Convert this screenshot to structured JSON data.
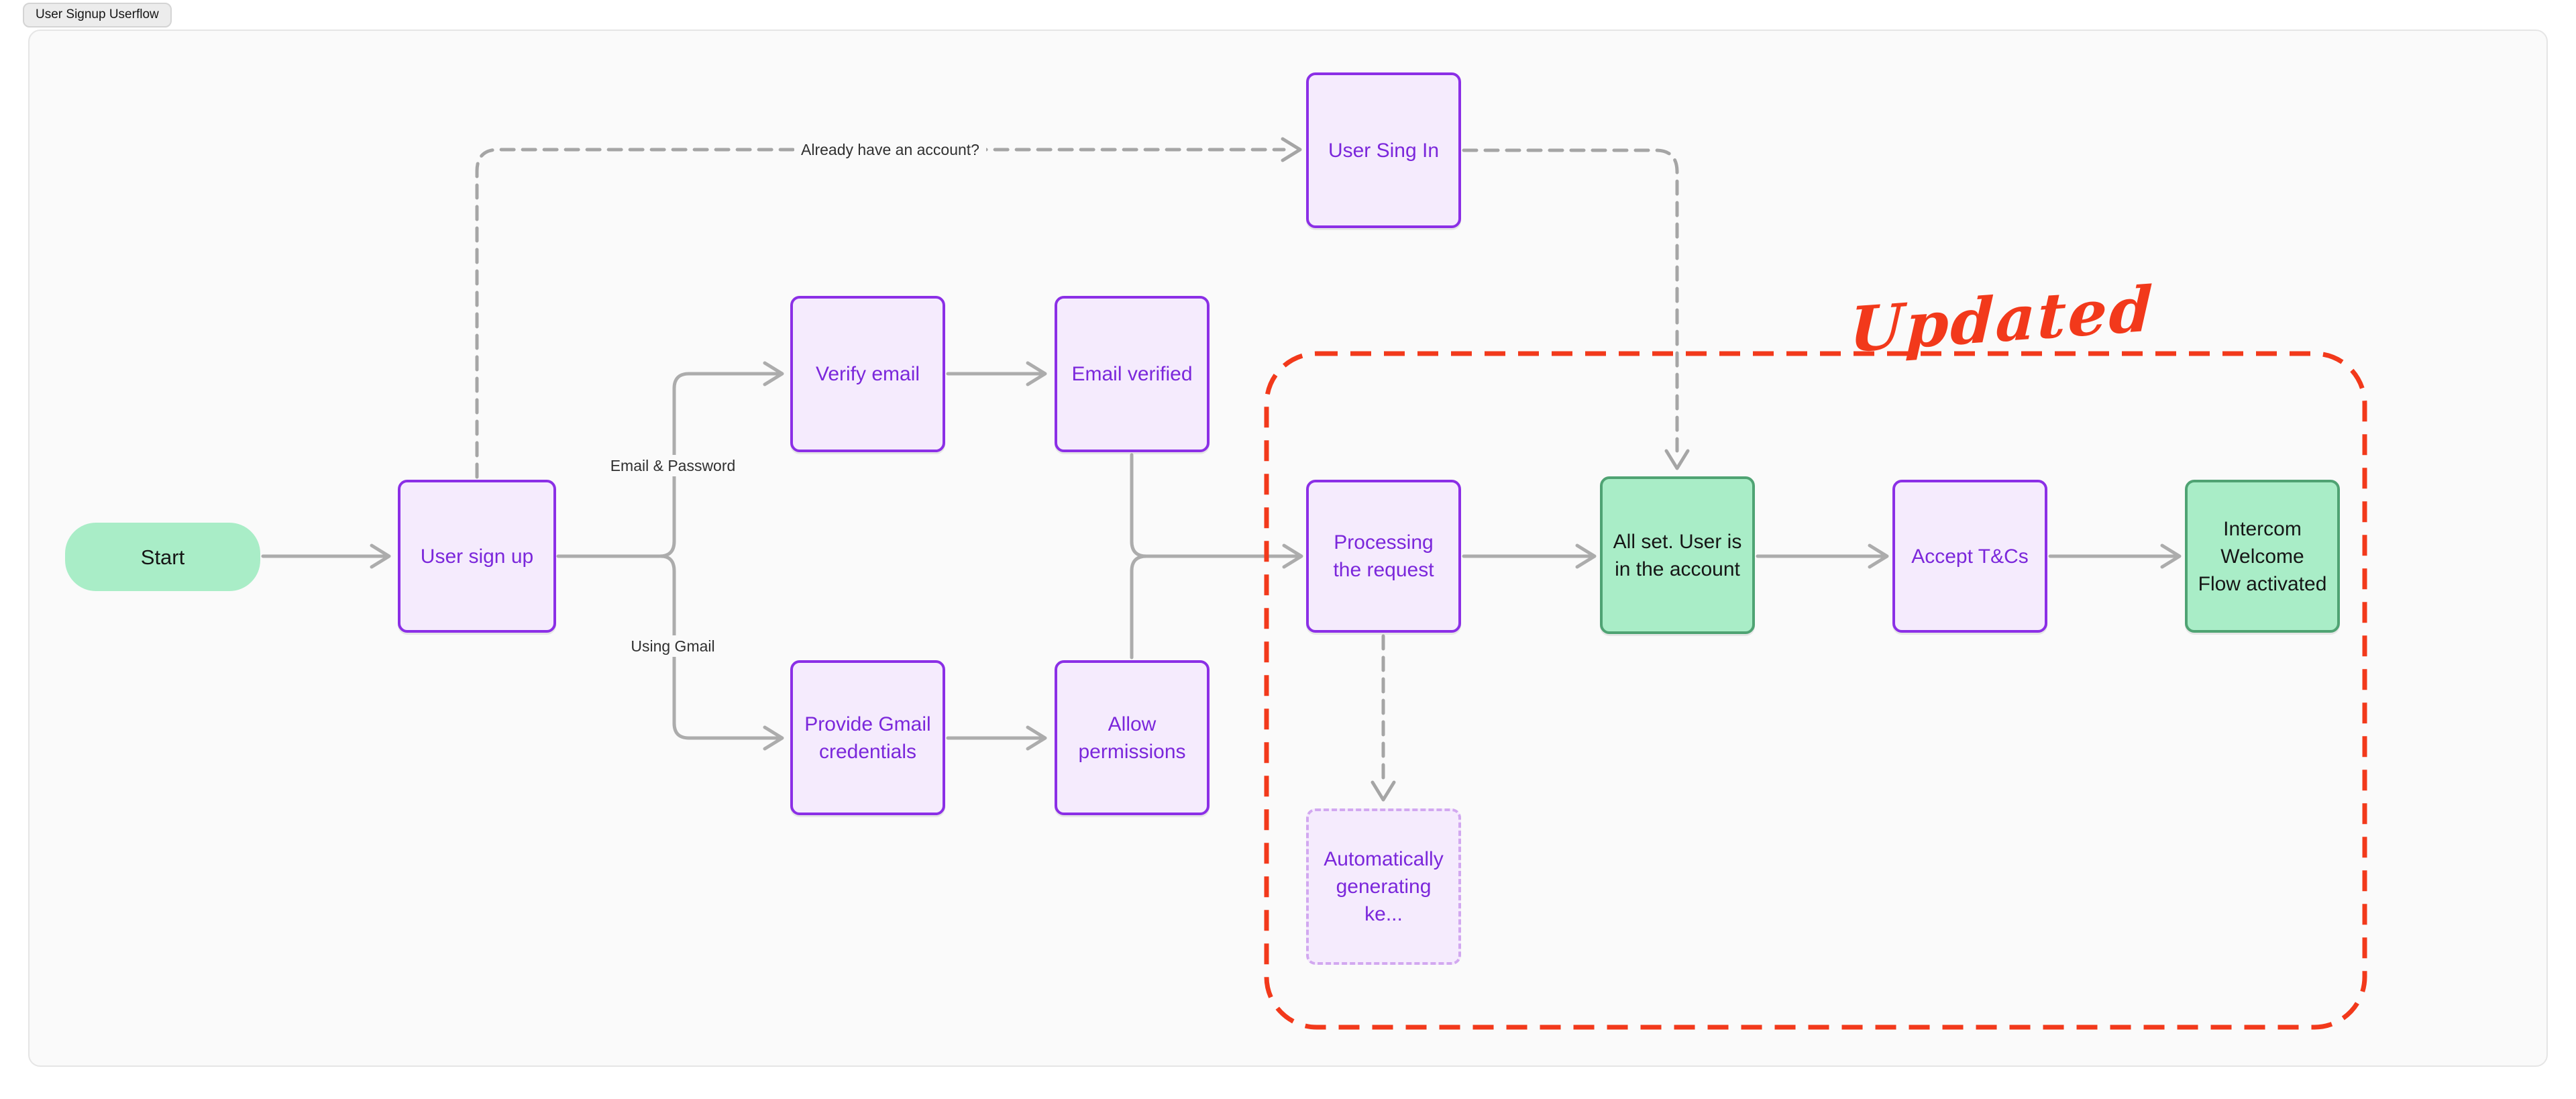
{
  "board": {
    "title": "User Signup Userflow"
  },
  "colors": {
    "page-bg": "#ffffff",
    "canvas-bg": "#fafafa",
    "canvas-border": "#e5e5e5",
    "tab-bg": "#ececec",
    "tab-border": "#d4d4d4",
    "purple-border": "#8b2fe6",
    "purple-text": "#7b27db",
    "purple-fill": "#f5ebfd",
    "purple-dashed-border": "#d2a8f0",
    "green-fill": "#a9edc7",
    "green-border": "#4fa373",
    "gray-line": "#acacac",
    "gray-dashed": "#a5a5a5",
    "red": "#f2391b",
    "text-dark": "#161616",
    "label-text": "#303030"
  },
  "nodes": [
    {
      "id": "start",
      "type": "start",
      "label": "Start"
    },
    {
      "id": "user-sign-up",
      "type": "action",
      "label": "User sign up"
    },
    {
      "id": "verify-email",
      "type": "action",
      "label": "Verify email"
    },
    {
      "id": "email-verified",
      "type": "action",
      "label": "Email verified"
    },
    {
      "id": "provide-gmail-credentials",
      "type": "action",
      "label": "Provide Gmail credentials"
    },
    {
      "id": "allow-permissions",
      "type": "action",
      "label": "Allow permissions"
    },
    {
      "id": "user-sing-in",
      "type": "action",
      "label": "User Sing In"
    },
    {
      "id": "processing-the-request",
      "type": "action",
      "label": "Processing the request"
    },
    {
      "id": "all-set",
      "type": "success",
      "label": "All set. User is in the account"
    },
    {
      "id": "accept-tcs",
      "type": "action",
      "label": "Accept T&Cs"
    },
    {
      "id": "intercom-welcome-flow",
      "type": "success",
      "label": "Intercom Welcome Flow activated"
    },
    {
      "id": "auto-generating-keys",
      "type": "draft",
      "label": "Automatically generating ke..."
    }
  ],
  "edge_labels": [
    {
      "id": "already-have-account",
      "label": "Already have an account?"
    },
    {
      "id": "email-password",
      "label": "Email & Password"
    },
    {
      "id": "using-gmail",
      "label": "Using Gmail"
    }
  ],
  "annotation": {
    "label": "Updated"
  }
}
